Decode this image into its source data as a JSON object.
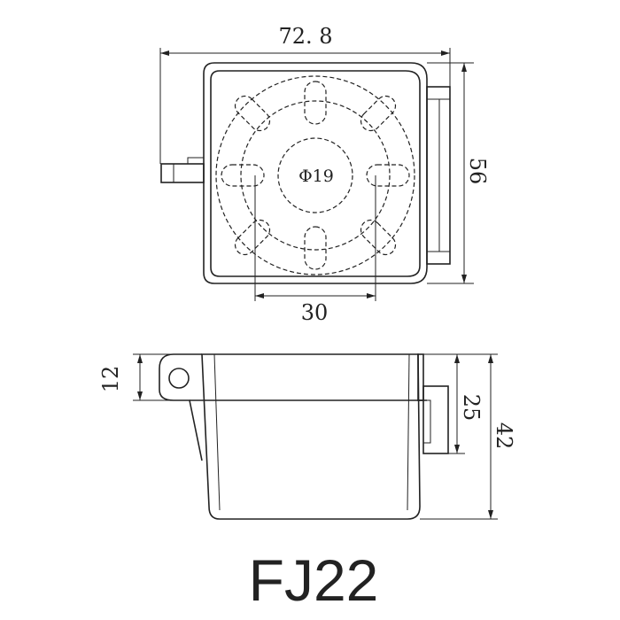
{
  "model": "FJ22",
  "dimensions": {
    "width": "72. 8",
    "height": "56",
    "hole_spacing": "30",
    "center_hole": "Φ19",
    "flange_height": "12",
    "body_height": "25",
    "total_height": "42"
  }
}
